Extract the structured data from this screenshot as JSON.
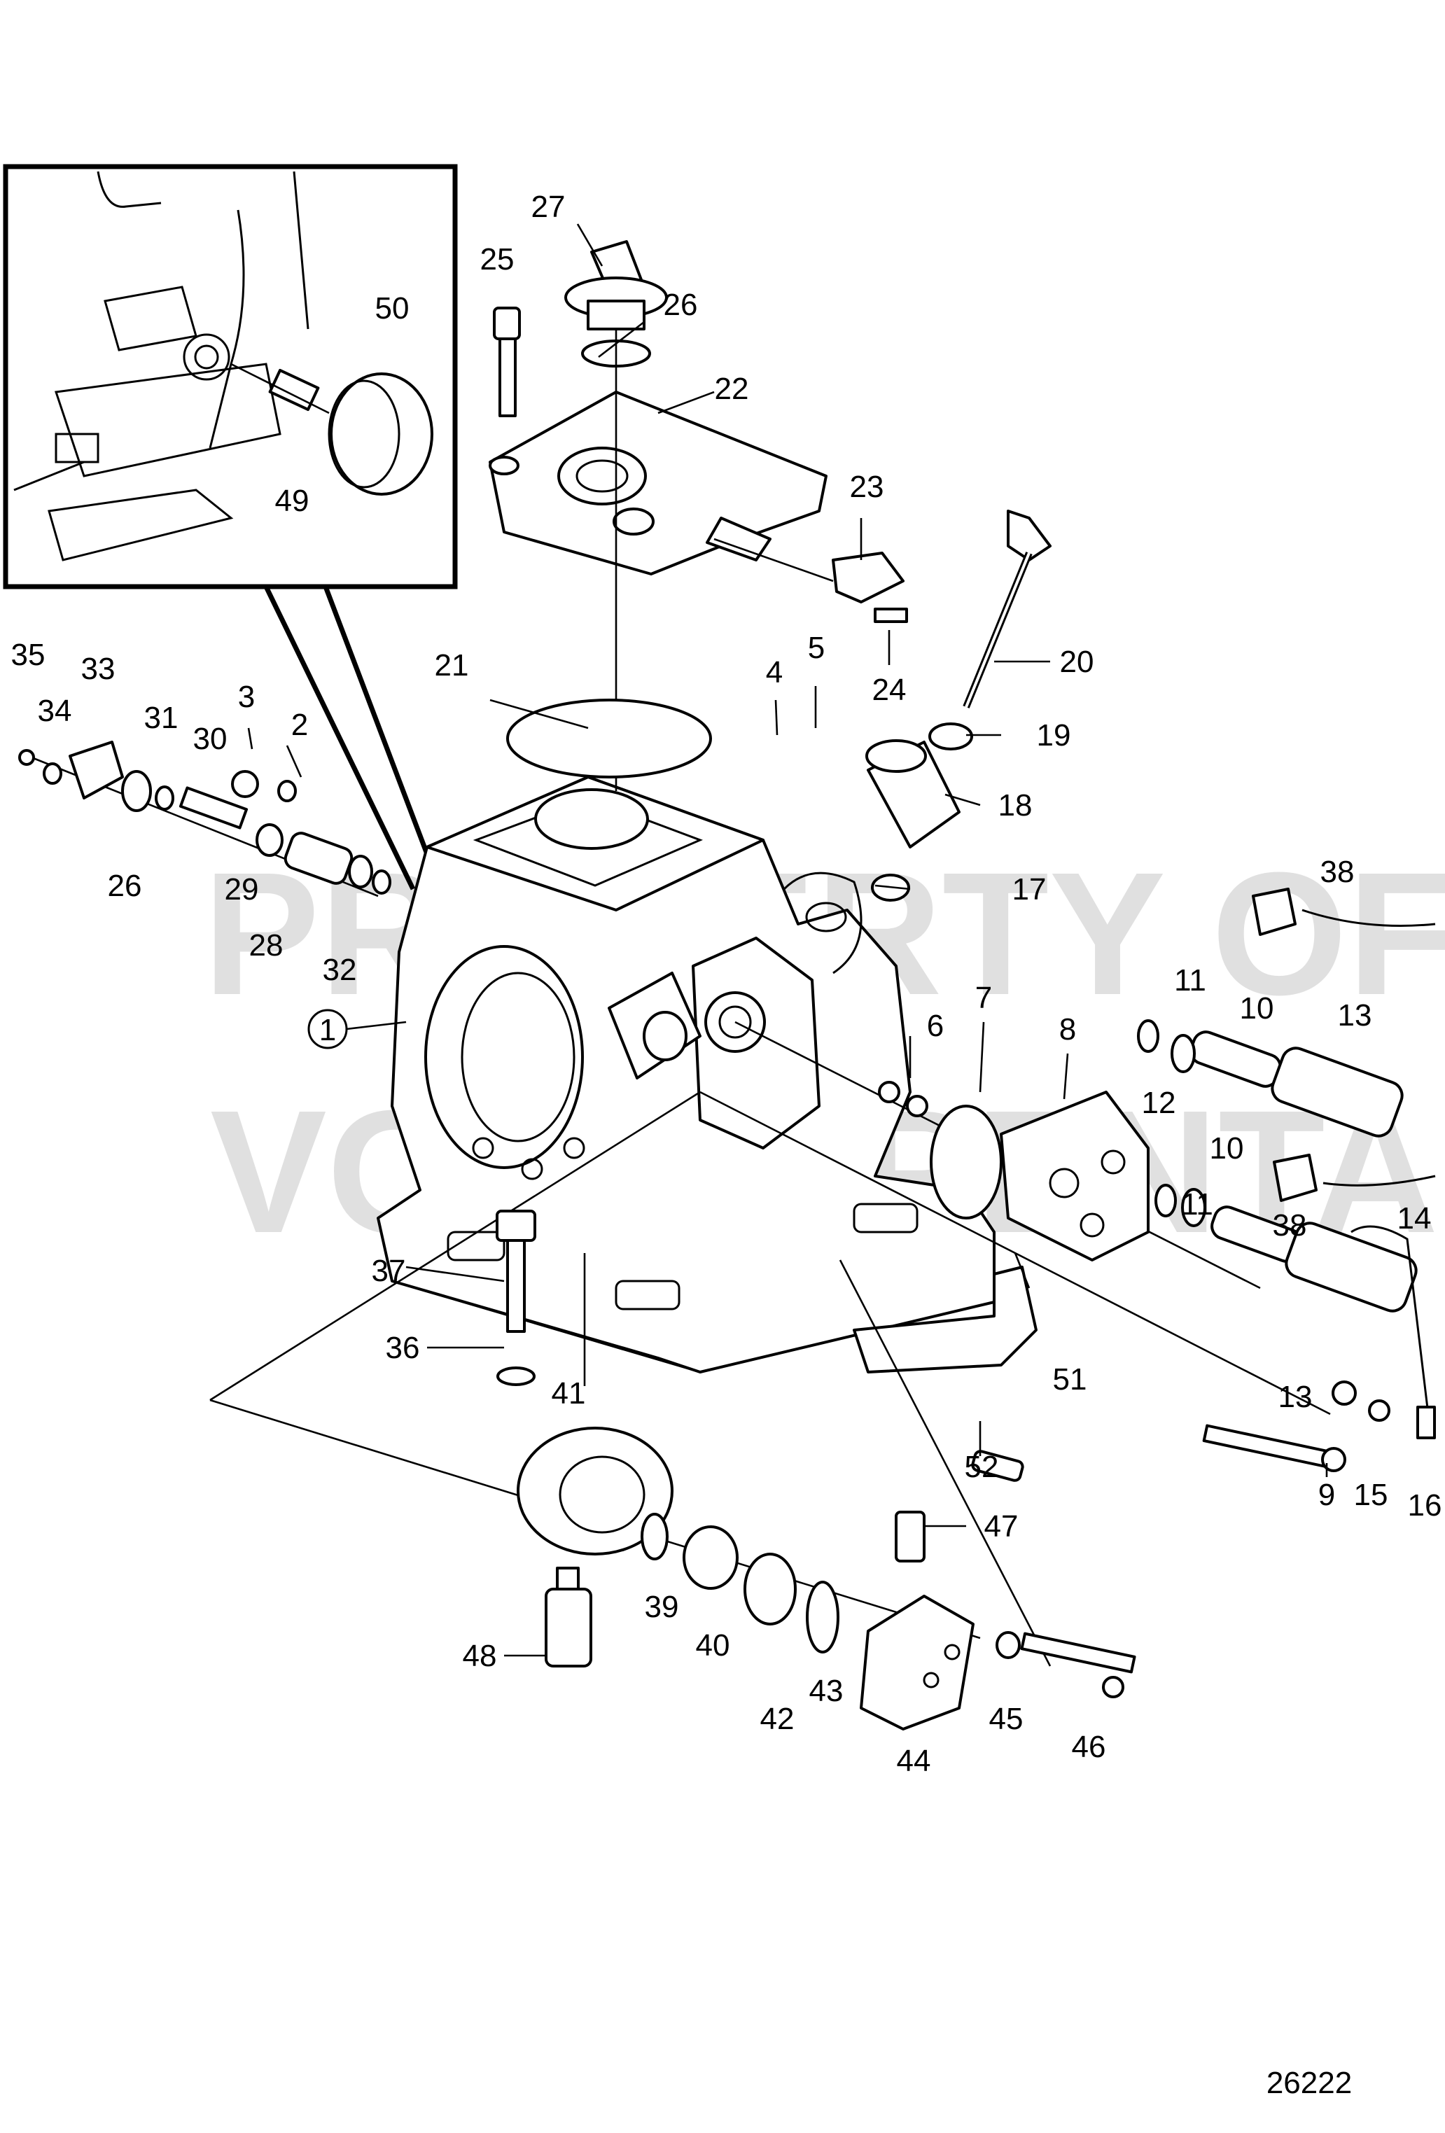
{
  "diagram": {
    "reference_number": "26222",
    "watermark_lines": [
      "PROPERTY OF",
      "VOLVO PENTA"
    ],
    "callouts": [
      "1",
      "2",
      "3",
      "4",
      "5",
      "6",
      "7",
      "8",
      "9",
      "10",
      "10",
      "11",
      "11",
      "12",
      "13",
      "13",
      "14",
      "15",
      "16",
      "17",
      "18",
      "19",
      "20",
      "21",
      "22",
      "23",
      "24",
      "25",
      "26",
      "26",
      "27",
      "28",
      "29",
      "30",
      "31",
      "32",
      "33",
      "34",
      "35",
      "36",
      "37",
      "38",
      "38",
      "39",
      "40",
      "41",
      "42",
      "43",
      "44",
      "45",
      "46",
      "47",
      "48",
      "49",
      "50",
      "51",
      "52"
    ]
  }
}
